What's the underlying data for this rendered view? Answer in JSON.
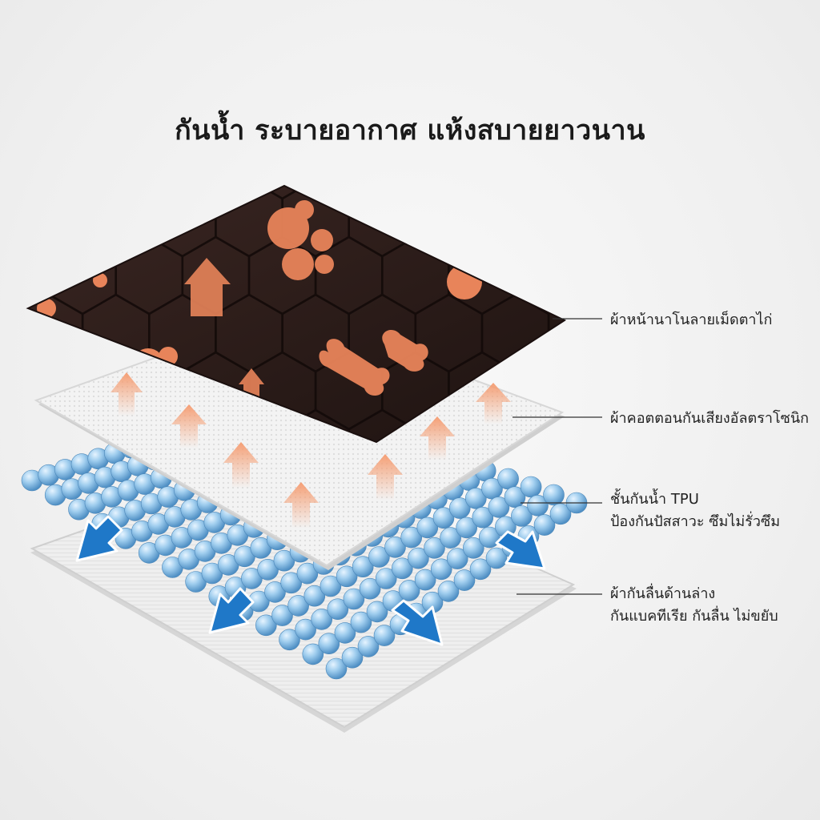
{
  "title": "กันน้ำ ระบายอากาศ แห้งสบายยาวนาน",
  "layers": [
    {
      "line1": "ผ้าหน้านาโนลายเม็ดตาไก่",
      "line2": ""
    },
    {
      "line1": "ผ้าคอตตอนกันเสียงอัลตราโซนิก",
      "line2": ""
    },
    {
      "line1": "ชั้นกันน้ำ TPU",
      "line2": "ป้องกันปัสสาวะ ซึมไม่รั่วซึม"
    },
    {
      "line1": "ผ้ากันลื่นด้านล่าง",
      "line2": "กันแบคทีเรีย กันลื่น ไม่ขยับ"
    }
  ],
  "colors": {
    "top_fabric": "#2a1a18",
    "pattern": "#e8845a",
    "cotton": "#f4f4f4",
    "tpu": "#8ec3e6",
    "blue_arrow": "#1f78c8",
    "orange_arrow": "#f6a37a"
  }
}
